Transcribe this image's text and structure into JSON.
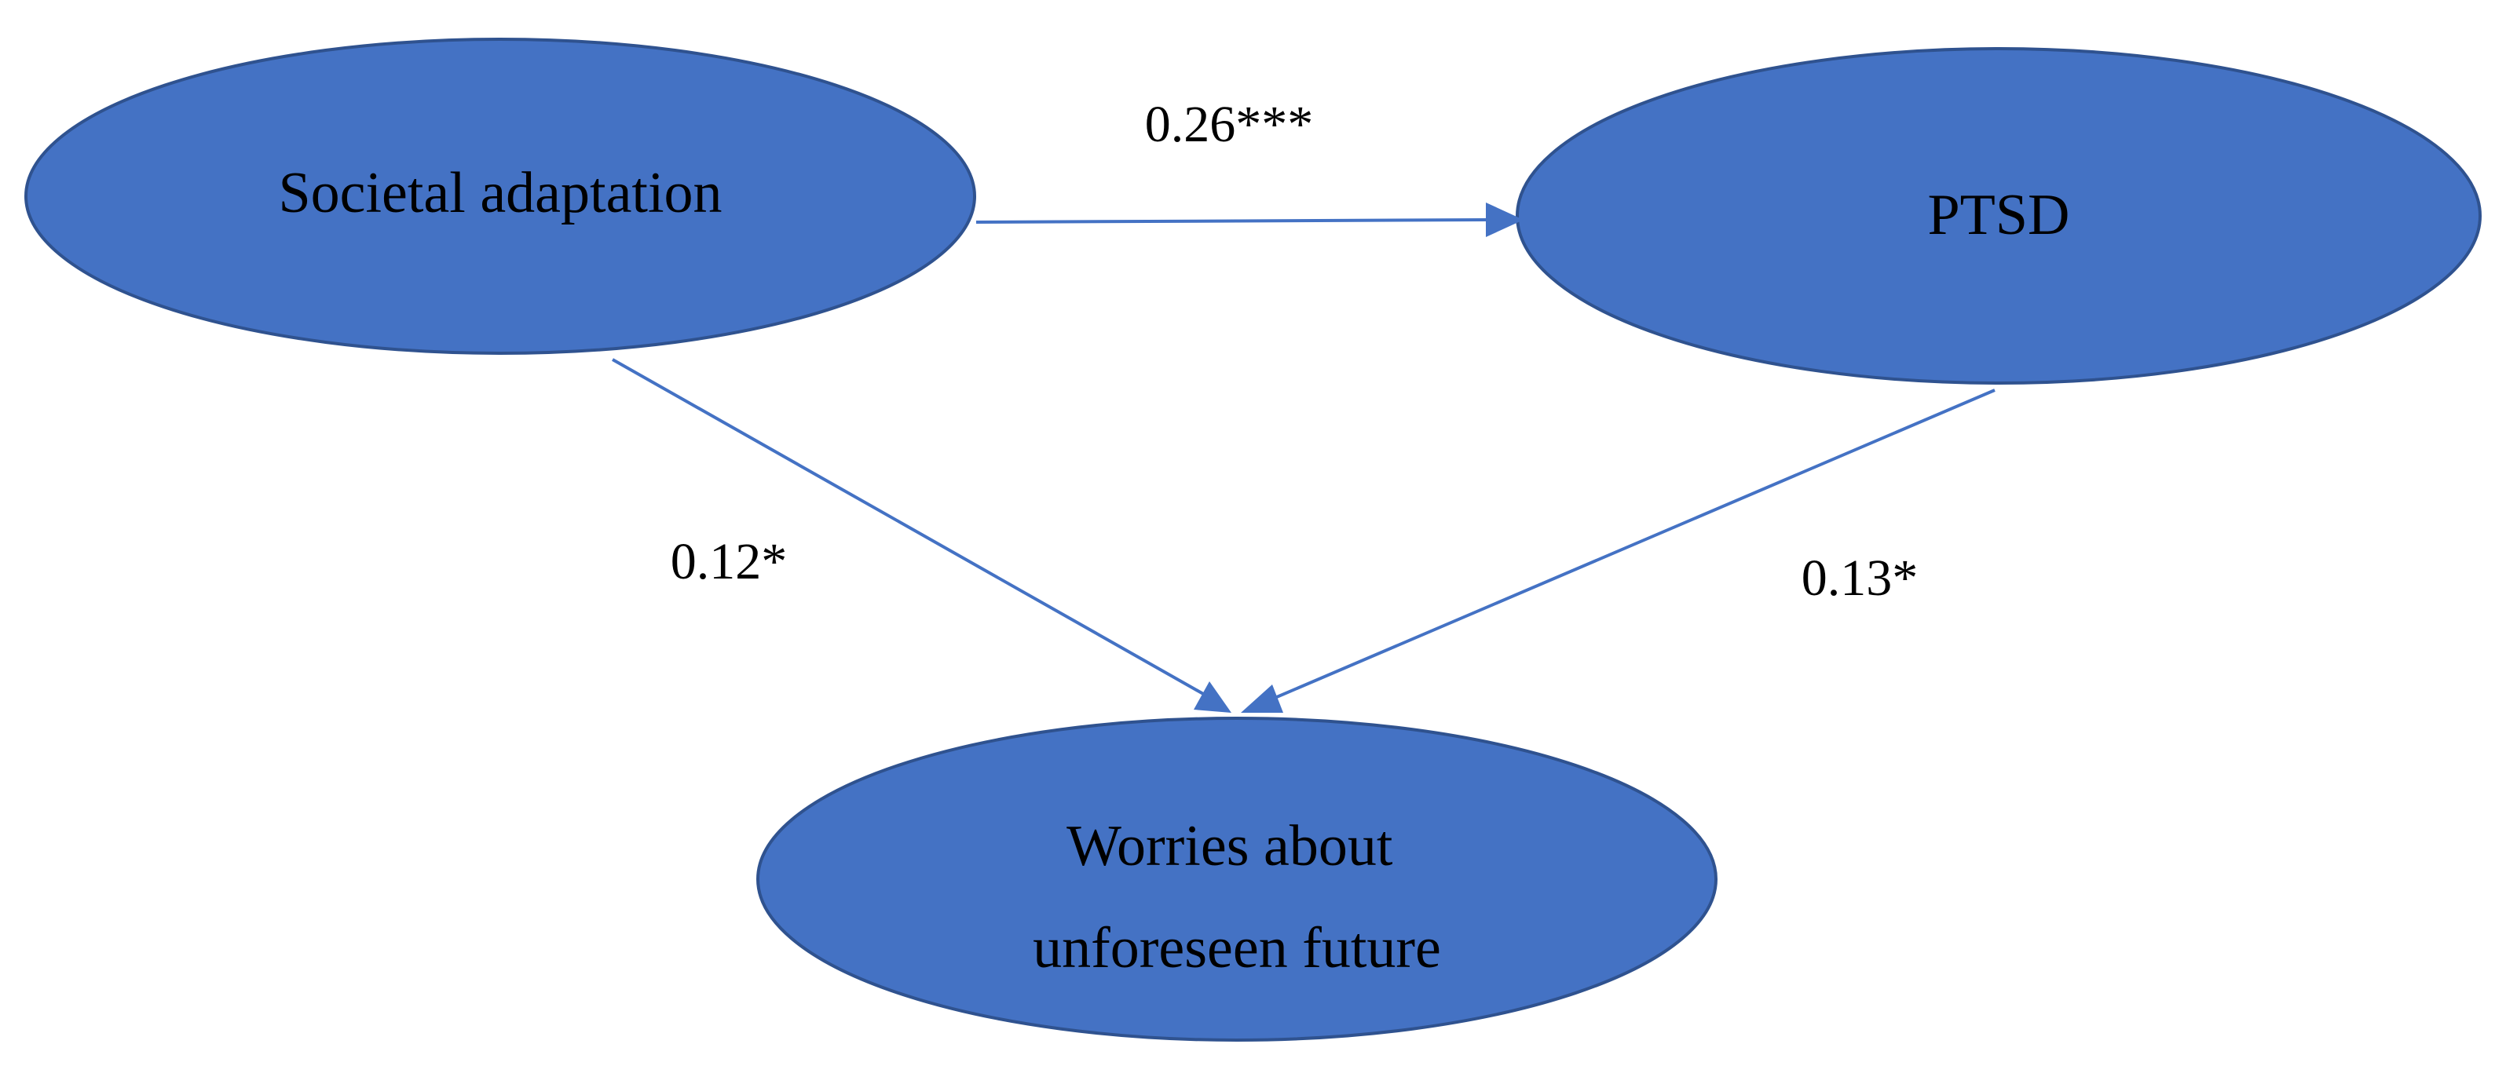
{
  "colors": {
    "node_fill": "#4472C4",
    "node_stroke": "#2F528F",
    "edge": "#4472C4",
    "text": "#000000",
    "background": "#FFFFFF"
  },
  "nodes": {
    "societal": {
      "label": "Societal adaptation"
    },
    "ptsd": {
      "label": "PTSD"
    },
    "worries": {
      "line1": "Worries about",
      "line2": "unforeseen future"
    }
  },
  "paths": {
    "societal_to_ptsd": {
      "coefficient": "0.26***"
    },
    "societal_to_worries": {
      "coefficient": "0.12*"
    },
    "ptsd_to_worries": {
      "coefficient": "0.13*"
    }
  }
}
